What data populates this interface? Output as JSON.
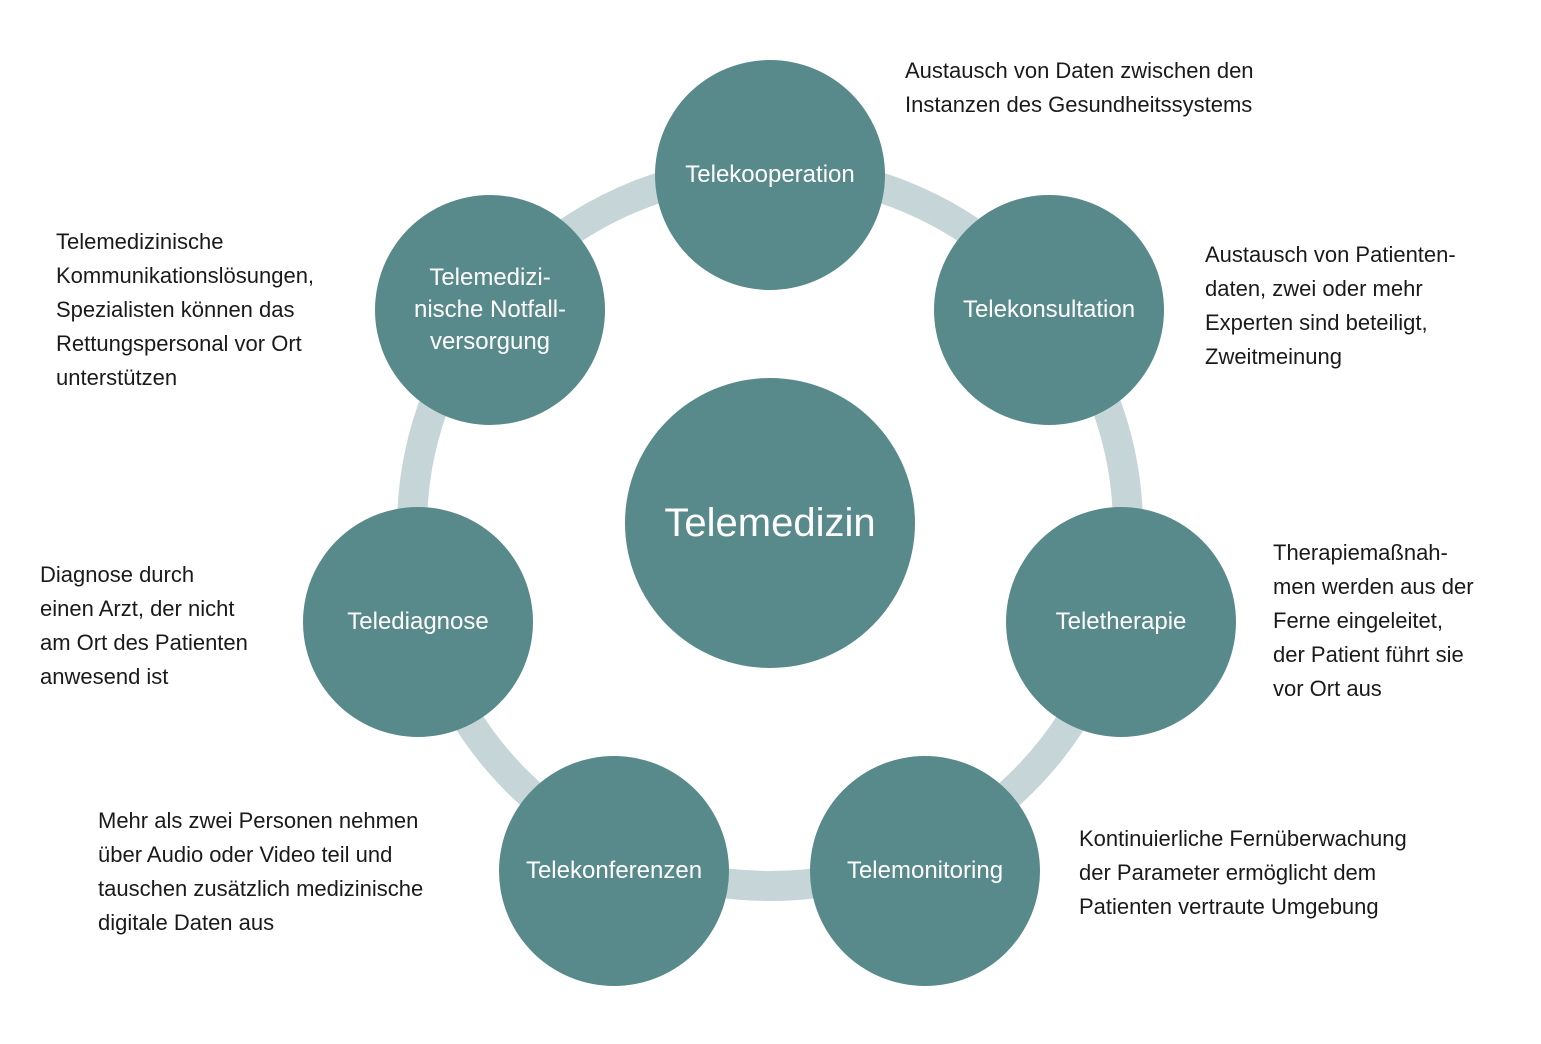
{
  "colors": {
    "node": "#588a8b",
    "ring": "#c6d6d8",
    "text": "#1a1a1a",
    "node_text": "#ffffff"
  },
  "center": {
    "label": "Telemedizin"
  },
  "nodes": [
    {
      "label": "Telekooperation",
      "description": "Austausch von Daten zwischen den\nInstanzen des Gesundheitssystems"
    },
    {
      "label": "Telekonsultation",
      "description": "Austausch von Patienten-\ndaten, zwei oder mehr\nExperten sind beteiligt,\nZweitmeinung"
    },
    {
      "label": "Teletherapie",
      "description": "Therapiemaßnah-\nmen werden aus der\nFerne eingeleitet,\nder Patient führt sie\nvor Ort aus"
    },
    {
      "label": "Telemonitoring",
      "description": "Kontinuierliche Fernüberwachung\nder Parameter ermöglicht dem\nPatienten vertraute Umgebung"
    },
    {
      "label": "Telekonferenzen",
      "description": "Mehr als zwei Personen nehmen\nüber Audio oder Video teil und\ntauschen zusätzlich medizinische\ndigitale Daten aus"
    },
    {
      "label": "Telediagnose",
      "description": "Diagnose durch\neinen Arzt, der nicht\nam Ort des Patienten\nanwesend ist"
    },
    {
      "label": "Telemedizi-\nnische Notfall-\nversorgung",
      "description": "Telemedizinische\nKommunikationslösungen,\nSpezialisten können das\nRettungspersonal vor Ort\nunterstützen"
    }
  ]
}
